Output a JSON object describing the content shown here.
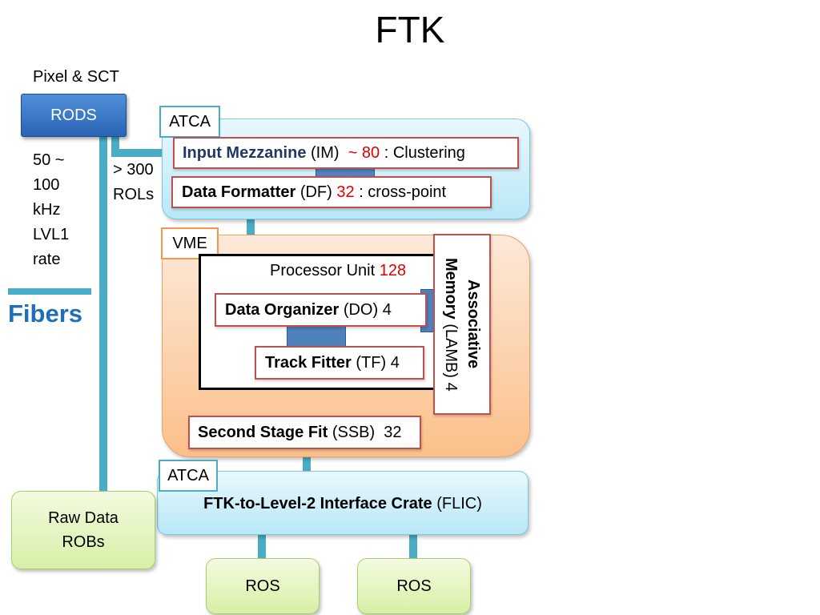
{
  "title": "FTK",
  "source": {
    "label": "Pixel & SCT",
    "rods": "RODS"
  },
  "rate_note": [
    "50 ~",
    "100",
    "kHz",
    "LVL1",
    "rate"
  ],
  "rols_note": [
    "> 300",
    "ROLs"
  ],
  "legend": {
    "fibers": "Fibers"
  },
  "top_crate": {
    "tag": "ATCA",
    "im": {
      "name": "Input Mezzanine",
      "abbr": "(IM)",
      "count": "~ 80",
      "role": ": Clustering"
    },
    "df": {
      "name": "Data Formatter",
      "abbr": "(DF)",
      "count": "32",
      "role": ": cross-point"
    }
  },
  "vme_crate": {
    "tag": "VME",
    "processor_unit": {
      "label": "Processor Unit",
      "count": "128"
    },
    "do": {
      "name": "Data Organizer",
      "abbr": "(DO)",
      "count": "4"
    },
    "tf": {
      "name": "Track Fitter",
      "abbr": "(TF)",
      "count": "4"
    },
    "am": {
      "line1": "Associative",
      "line2_name": "Memory",
      "line2_rest": "(LAMB) 4"
    },
    "ssb": {
      "name": "Second Stage Fit",
      "abbr": "(SSB)",
      "count": "32"
    }
  },
  "flic_crate": {
    "tag": "ATCA",
    "name": "FTK-to-Level-2 Interface Crate",
    "abbr": "(FLIC)"
  },
  "outputs": {
    "rob": [
      "Raw Data",
      "ROBs"
    ],
    "ros1": "ROS",
    "ros2": "ROS"
  },
  "colors": {
    "fiber": "#4bacc6",
    "count_red": "#e00000",
    "box_border": "#c0504d",
    "vme_tag": "#f79646"
  }
}
